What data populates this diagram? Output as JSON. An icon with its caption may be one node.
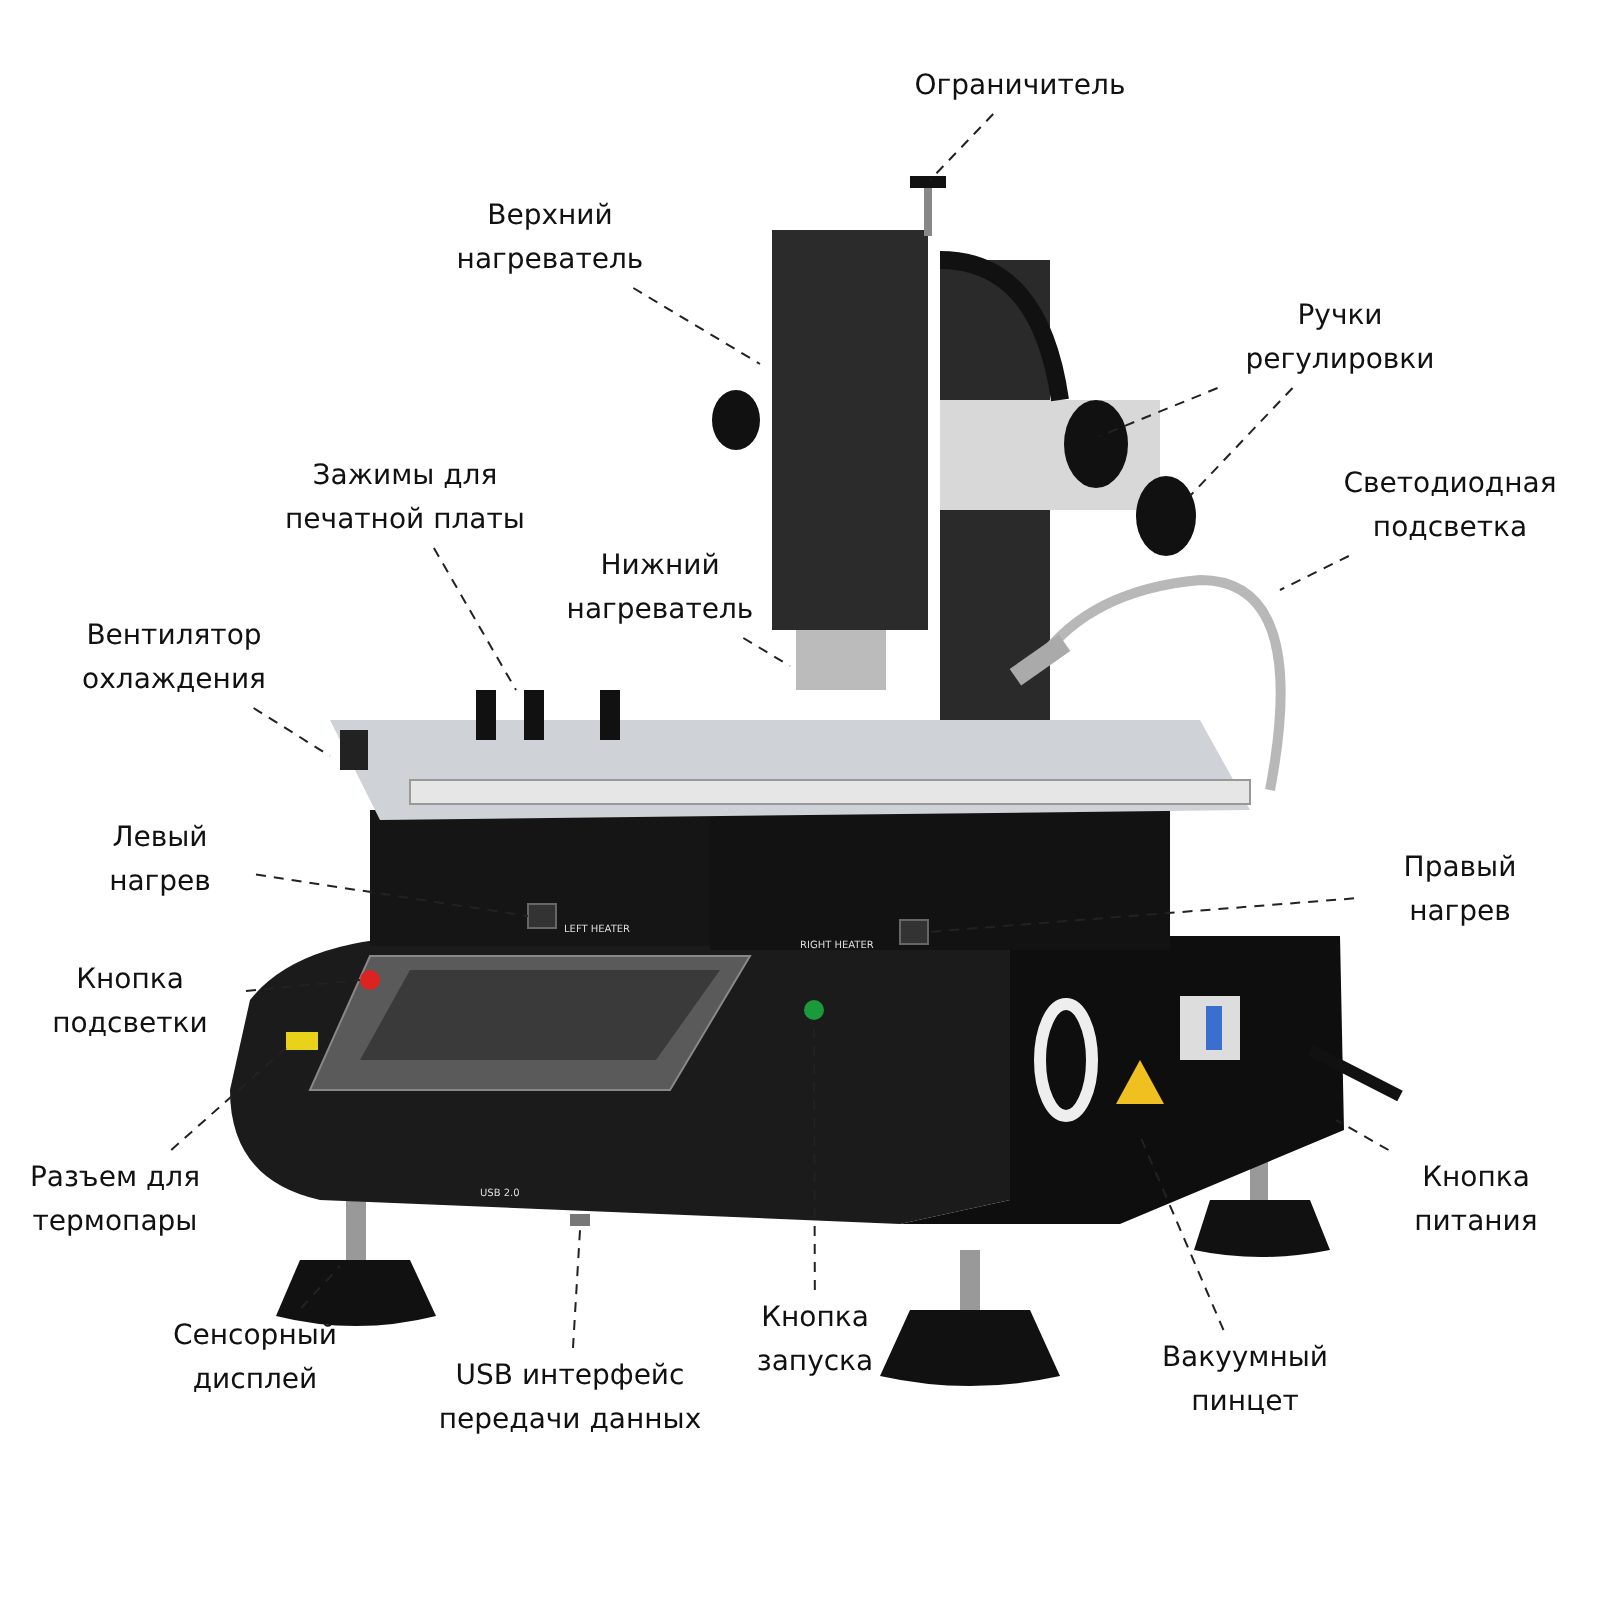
{
  "diagram": {
    "nodes": [
      {
        "text": [
          "Ограничитель"
        ]
      },
      {
        "text": [
          "Верхний нагреватель"
        ]
      },
      {
        "text": [
          "Ручки регулировки"
        ]
      },
      {
        "text": [
          "Зажимы для печатной платы"
        ]
      },
      {
        "text": [
          "Светодиодная подсветка"
        ]
      },
      {
        "text": [
          "Нижний нагреватель"
        ]
      },
      {
        "text": [
          "Вентилятор охлаждения"
        ]
      },
      {
        "text": [
          "Левый нагрев"
        ]
      },
      {
        "text": [
          "Правый нагрев"
        ]
      },
      {
        "text": [
          "Кнопка подсветки"
        ]
      },
      {
        "text": [
          "Разъем для термопары"
        ]
      },
      {
        "text": [
          "Кнопка питания"
        ]
      },
      {
        "text": [
          "Сенсорный дисплей"
        ]
      },
      {
        "text": [
          "USB интерфейс передачи данных"
        ]
      },
      {
        "text": [
          "Кнопка запуска"
        ]
      },
      {
        "text": [
          "Вакуумный пинцет"
        ]
      }
    ],
    "edges": [
      {
        "from": 0,
        "to": null,
        "arrow": "none",
        "style": "dashed"
      },
      {
        "from": 1,
        "to": null,
        "arrow": "none",
        "style": "dashed"
      },
      {
        "from": 2,
        "to": null,
        "arrow": "none",
        "style": "dashed"
      },
      {
        "from": 2,
        "to": null,
        "arrow": "none",
        "style": "dashed"
      },
      {
        "from": 3,
        "to": null,
        "arrow": "none",
        "style": "dashed"
      },
      {
        "from": 4,
        "to": null,
        "arrow": "none",
        "style": "dashed"
      },
      {
        "from": 5,
        "to": null,
        "arrow": "none",
        "style": "dashed"
      },
      {
        "from": 6,
        "to": null,
        "arrow": "none",
        "style": "dashed"
      },
      {
        "from": 7,
        "to": null,
        "arrow": "none",
        "style": "dashed"
      },
      {
        "from": 8,
        "to": null,
        "arrow": "none",
        "style": "dashed"
      },
      {
        "from": 9,
        "to": null,
        "arrow": "none",
        "style": "dashed"
      },
      {
        "from": 10,
        "to": null,
        "arrow": "none",
        "style": "dashed"
      },
      {
        "from": 11,
        "to": null,
        "arrow": "none",
        "style": "dashed"
      },
      {
        "from": 12,
        "to": null,
        "arrow": "none",
        "style": "dashed"
      },
      {
        "from": 13,
        "to": null,
        "arrow": "none",
        "style": "dashed"
      },
      {
        "from": 14,
        "to": null,
        "arrow": "none",
        "style": "dashed"
      },
      {
        "from": 15,
        "to": null,
        "arrow": "none",
        "style": "dashed"
      }
    ],
    "labels": [
      "LEFT HEATER",
      "RIGHT HEATER",
      "USB 2.0"
    ]
  }
}
